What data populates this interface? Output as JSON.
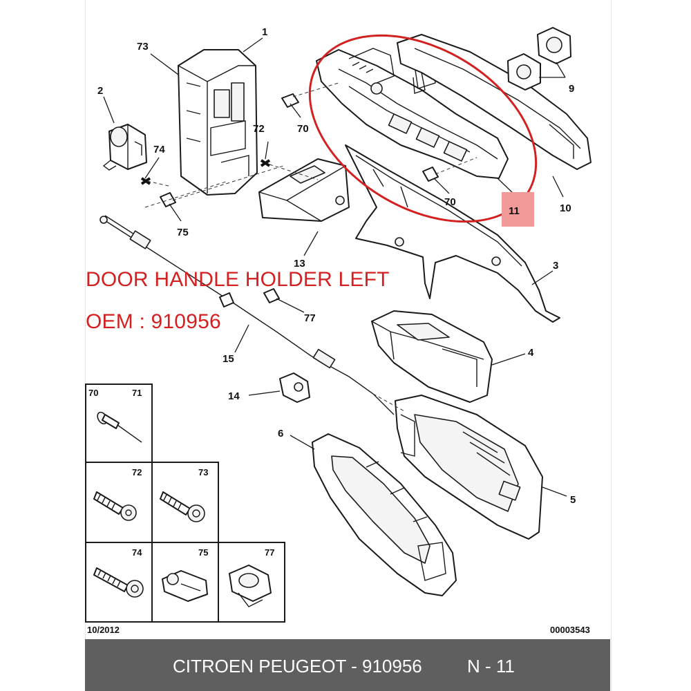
{
  "callouts": {
    "c1": "1",
    "c2": "2",
    "c3": "3",
    "c4": "4",
    "c5": "5",
    "c6": "6",
    "c9": "9",
    "c10": "10",
    "c11": "11",
    "c13": "13",
    "c14": "14",
    "c15": "15",
    "c70a": "70",
    "c70b": "70",
    "c72": "72",
    "c73": "73",
    "c74": "74",
    "c75": "75",
    "c77": "77"
  },
  "fastener_table": {
    "cells": [
      "70",
      "71",
      "72",
      "73",
      "74",
      "75",
      "77"
    ]
  },
  "date_code": "10/2012",
  "drawing_number": "00003543",
  "overlay": {
    "title": "DOOR HANDLE HOLDER LEFT",
    "oem": "OEM : 910956"
  },
  "footer": {
    "brand_part": "CITROEN PEUGEOT - 910956",
    "section": "N - 11"
  },
  "colors": {
    "highlight": "#d32020",
    "highlight_box": "#f29a9a",
    "footer_bg": "#5f5f5f"
  }
}
